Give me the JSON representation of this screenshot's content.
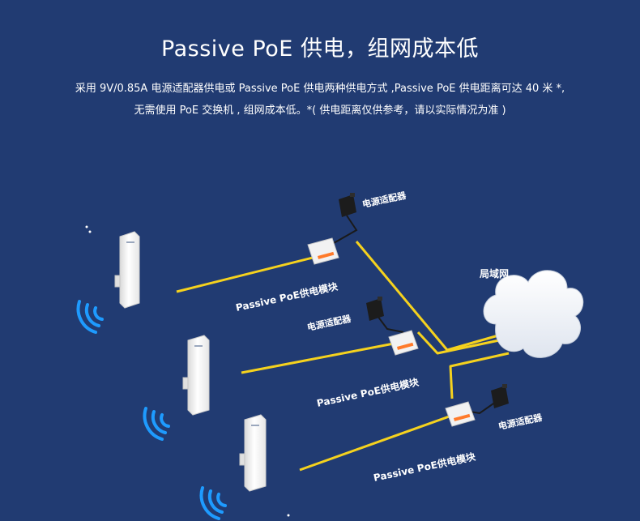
{
  "header": {
    "title": "Passive PoE 供电，组网成本低",
    "desc_line1": "采用 9V/0.85A 电源适配器供电或 Passive PoE 供电两种供电方式 ,Passive PoE 供电距离可达 40 米 *,",
    "desc_line2": "无需使用 PoE 交换机 , 组网成本低。*( 供电距离仅供参考，请以实际情况为准 )"
  },
  "diagram": {
    "lan_label": "局域网",
    "adapter_labels": [
      "电源适配器",
      "电源适配器",
      "电源适配器"
    ],
    "module_labels": [
      "Passive PoE供电模块",
      "Passive PoE供电模块",
      "Passive PoE供电模块"
    ],
    "colors": {
      "background": "#213b72",
      "cable": "#f5d21e",
      "power_cable": "#1a1a1a",
      "device": "#f3f3f3",
      "module_led": "#ff7a2a",
      "wifi": "#1e9bff",
      "cloud": "#f4f6fa"
    }
  }
}
